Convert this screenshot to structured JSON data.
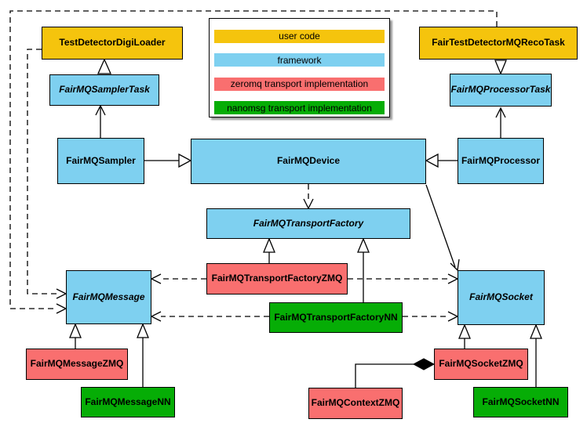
{
  "colors": {
    "user_code": "#F5C40D",
    "framework": "#7ED0F0",
    "zeromq_impl": "#F96F6F",
    "nanomsg_impl": "#06AD06",
    "line": "#000000",
    "background": "#FFFFFF"
  },
  "legend": {
    "items": [
      {
        "label": "user code",
        "color": "#F5C40D"
      },
      {
        "label": "framework",
        "color": "#7ED0F0"
      },
      {
        "label": "zeromq transport implementation",
        "color": "#F96F6F"
      },
      {
        "label": "nanomsg transport implementation",
        "color": "#06AD06"
      }
    ]
  },
  "nodes": {
    "digiloader": {
      "label": "TestDetectorDigiLoader",
      "category": "user code",
      "abstract": false
    },
    "recotask": {
      "label": "FairTestDetectorMQRecoTask",
      "category": "user code",
      "abstract": false
    },
    "samplertask": {
      "label": "FairMQSamplerTask",
      "category": "framework",
      "abstract": true
    },
    "processortask": {
      "label": "FairMQProcessorTask",
      "category": "framework",
      "abstract": true
    },
    "sampler": {
      "label": "FairMQSampler",
      "category": "framework",
      "abstract": false
    },
    "device": {
      "label": "FairMQDevice",
      "category": "framework",
      "abstract": false
    },
    "processor": {
      "label": "FairMQProcessor",
      "category": "framework",
      "abstract": false
    },
    "transportfactory": {
      "label": "FairMQTransportFactory",
      "category": "framework",
      "abstract": true
    },
    "transportfactoryzmq": {
      "label": "FairMQTransportFactoryZMQ",
      "category": "zeromq transport implementation",
      "abstract": false
    },
    "transportfactorynn": {
      "label": "FairMQTransportFactoryNN",
      "category": "nanomsg transport implementation",
      "abstract": false
    },
    "message": {
      "label": "FairMQMessage",
      "category": "framework",
      "abstract": true
    },
    "socket": {
      "label": "FairMQSocket",
      "category": "framework",
      "abstract": true
    },
    "messagezmq": {
      "label": "FairMQMessageZMQ",
      "category": "zeromq transport implementation",
      "abstract": false
    },
    "messagenn": {
      "label": "FairMQMessageNN",
      "category": "nanomsg transport implementation",
      "abstract": false
    },
    "socketzmq": {
      "label": "FairMQSocketZMQ",
      "category": "zeromq transport implementation",
      "abstract": false
    },
    "socketnn": {
      "label": "FairMQSocketNN",
      "category": "nanomsg transport implementation",
      "abstract": false
    },
    "contextzmq": {
      "label": "FairMQContextZMQ",
      "category": "zeromq transport implementation",
      "abstract": false
    }
  },
  "relations": [
    {
      "from": "FairMQSamplerTask",
      "to": "TestDetectorDigiLoader",
      "type": "inheritance-triangle"
    },
    {
      "from": "FairTestDetectorMQRecoTask",
      "to": "FairMQProcessorTask",
      "type": "inheritance-triangle"
    },
    {
      "from": "FairMQSampler",
      "to": "FairMQSamplerTask",
      "type": "open-arrow"
    },
    {
      "from": "FairMQProcessor",
      "to": "FairMQProcessorTask",
      "type": "open-arrow"
    },
    {
      "from": "FairMQSampler",
      "to": "FairMQDevice",
      "type": "inheritance-triangle"
    },
    {
      "from": "FairMQProcessor",
      "to": "FairMQDevice",
      "type": "inheritance-triangle"
    },
    {
      "from": "FairMQDevice",
      "to": "FairMQTransportFactory",
      "type": "dashed-dependency"
    },
    {
      "from": "FairMQDevice",
      "to": "FairMQSocket",
      "type": "open-arrow"
    },
    {
      "from": "TestDetectorDigiLoader",
      "to": "FairMQMessage",
      "type": "dashed-dependency"
    },
    {
      "from": "FairTestDetectorMQRecoTask",
      "to": "FairMQMessage",
      "type": "dashed-dependency"
    },
    {
      "from": "FairMQTransportFactoryZMQ",
      "to": "FairMQTransportFactory",
      "type": "inheritance-triangle"
    },
    {
      "from": "FairMQTransportFactoryNN",
      "to": "FairMQTransportFactory",
      "type": "inheritance-triangle"
    },
    {
      "from": "FairMQTransportFactoryZMQ",
      "to": "FairMQMessage",
      "type": "dashed-dependency"
    },
    {
      "from": "FairMQTransportFactoryZMQ",
      "to": "FairMQSocket",
      "type": "dashed-dependency"
    },
    {
      "from": "FairMQTransportFactoryNN",
      "to": "FairMQMessage",
      "type": "dashed-dependency"
    },
    {
      "from": "FairMQTransportFactoryNN",
      "to": "FairMQSocket",
      "type": "dashed-dependency"
    },
    {
      "from": "FairMQMessageZMQ",
      "to": "FairMQMessage",
      "type": "inheritance-triangle"
    },
    {
      "from": "FairMQMessageNN",
      "to": "FairMQMessage",
      "type": "inheritance-triangle"
    },
    {
      "from": "FairMQSocketZMQ",
      "to": "FairMQSocket",
      "type": "inheritance-triangle"
    },
    {
      "from": "FairMQSocketNN",
      "to": "FairMQSocket",
      "type": "inheritance-triangle"
    },
    {
      "from": "FairMQContextZMQ",
      "to": "FairMQSocketZMQ",
      "type": "composition-diamond"
    }
  ]
}
